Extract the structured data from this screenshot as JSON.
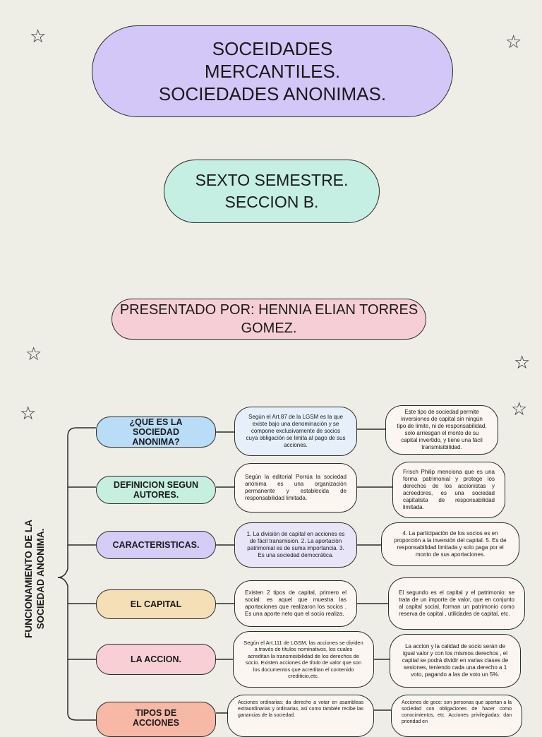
{
  "header": {
    "title_lines": [
      "SOCEIDADES",
      "MERCANTILES.",
      "SOCIEDADES ANONIMAS."
    ],
    "semester_lines": [
      "SEXTO SEMESTRE.",
      "SECCION B."
    ],
    "presenter": "PRESENTADO POR: HENNIA ELIAN TORRES GOMEZ."
  },
  "diagram": {
    "root_label_lines": [
      "FUNCIONAMIENTO DE LA",
      "SOCIEDAD ANONIMA."
    ],
    "rows": [
      {
        "category": "¿QUE ES LA SOCIEDAD ANONIMA?",
        "text1": "Según el Art.87 de la LGSM  es la que existe bajo una denominación y se compone exclusivamente de socios cuya obligación se limita al pago de sus acciones.",
        "text2": "Este tipo de sociedad permite inversiones de capital sin ningún tipo de limite, ni de responsabilidad, solo arriesgan el monto de su capital invertido, y tiene una fácil transmisibilidad.",
        "color": "#b9dcf7"
      },
      {
        "category": "DEFINICION SEGUN AUTORES.",
        "text1": "Según la editorial Porrúa la sociedad anónima es una organización permanente y establecida de responsabilidad limitada.",
        "text2": "Frisch Philip menciona que es una forma patrimonial y protege los derechos de los accionistas y acreedores, es una sociedad capitalista de responsabilidad limitada.",
        "color": "#c7efe0"
      },
      {
        "category": "CARACTERISTICAS.",
        "text1": "1. La división de capital  en acciones es de fácil transmisión.  2.  La aportación patrimonial es de suma importancia.  3.  Es una sociedad democrática.",
        "text2": "4. La participación de los socios es en proporción a la inversión del capital.  5. Es de responsabilidad limitada y solo paga por el monto de sus aportaciones.",
        "color": "#d5cdf6"
      },
      {
        "category": "EL CAPITAL",
        "text1": "Existen 2 tipos de capital, primero el social: es aquel que muestra las aportaciones que realizaron los socios . Es una aporte neto  que el socio realiza.",
        "text2": "El segundo es el capital y el patrimonio: se trata de un importe de valor, que en conjunto al capital social, forman un patrimonio como reserva de capital , utilidades de capital, etc.",
        "color": "#f5dfb7"
      },
      {
        "category": "LA ACCION.",
        "text1": "Según el Art.111 de LGSM,  las acciones se dividen a través de títulos nominativos, los cuales acreditan la transmisibilidad de los derechos de socio.  Existen acciones de título de valor que son los documentos que acreditan el contenido crediticio,etc.",
        "text2": "La accion y la calidad de socio serán de igual valor y con los mismos derechos , el capital se podrá dividir en  varias clases de sesiones, teniendo cada una derecho a 1 voto, pagando a las de voto un 5%.",
        "color": "#f7cfd5"
      },
      {
        "category": "TIPOS DE ACCIONES",
        "text1": "Acciones ordinarias: da derecho a votar en asambleas extraordinarias y ordinarias, así como también recibe las ganancias de la sociedad.",
        "text2": "Acciones de goce: son personas que aportan a la sociedad con obligaciones de hacer como conocimientos, etc.  Acciones privilegiadas: dan prioridad en",
        "color": "#f7b9a6"
      }
    ]
  },
  "colors": {
    "background": "#eeeee7",
    "title_pill": "#d2c7f6",
    "semester_pill": "#c5efe3",
    "presenter_pill": "#f6cfd6",
    "text_box": "#fbf6f0"
  }
}
